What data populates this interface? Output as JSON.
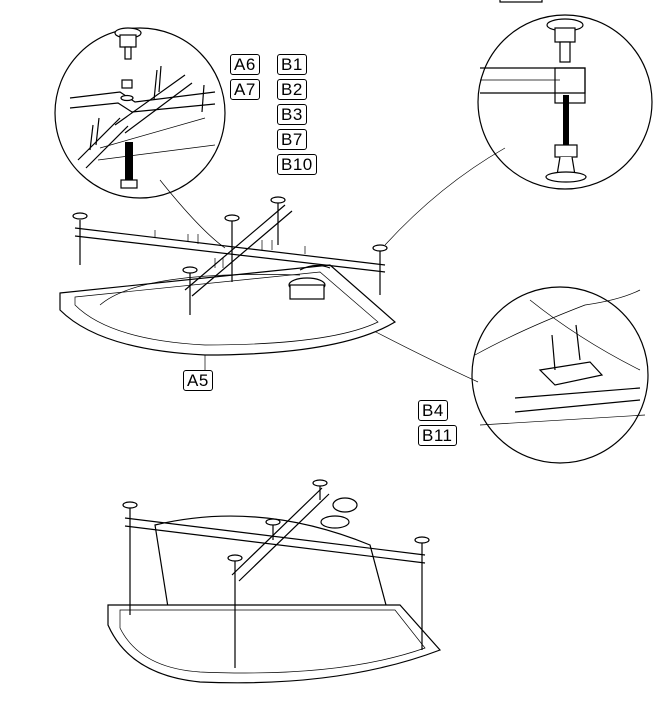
{
  "labels": {
    "a6": "A6",
    "a7": "A7",
    "b1": "B1",
    "b2": "B2",
    "b3": "B3",
    "b7": "B7",
    "b10": "B10",
    "a5": "A5",
    "b4": "B4",
    "b11": "B11"
  }
}
